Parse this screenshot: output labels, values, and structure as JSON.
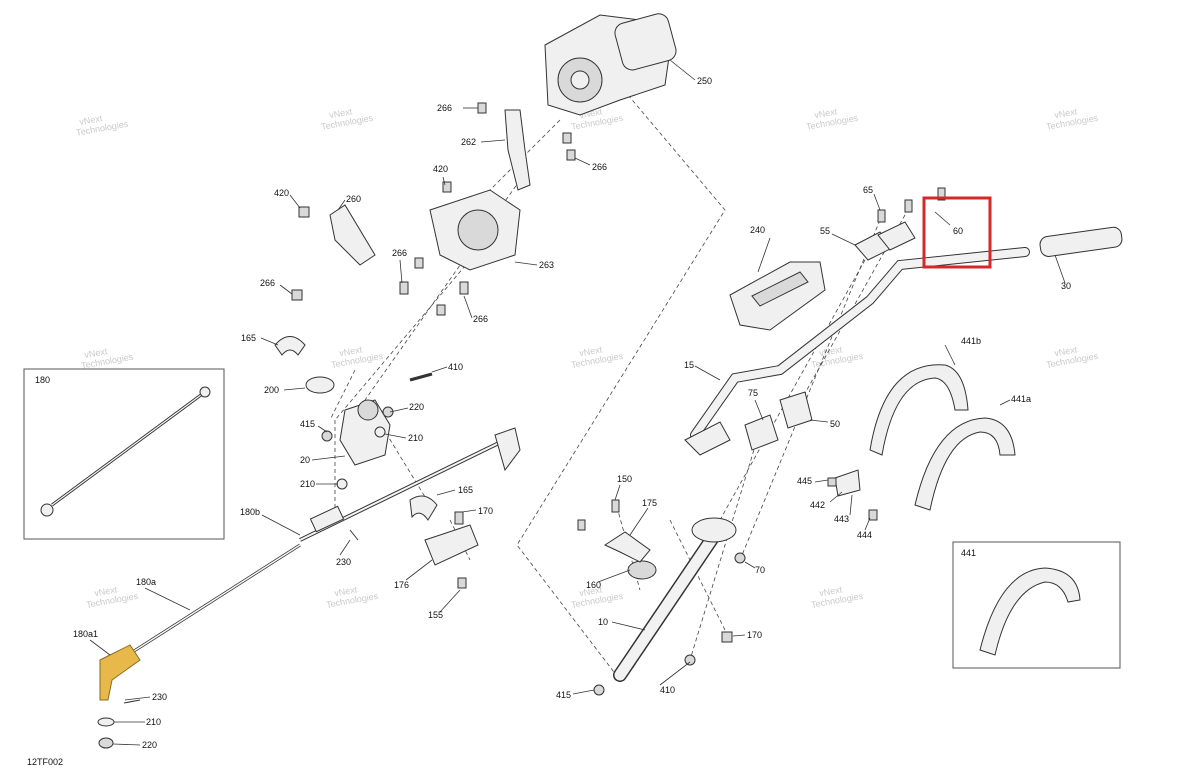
{
  "diagram": {
    "code": "12TF002",
    "watermark_line1": "vNext",
    "watermark_line2": "Technologies",
    "parts": {
      "p250": "250",
      "p266a": "266",
      "p262": "262",
      "p266b": "266",
      "p420a": "420",
      "p420b": "420",
      "p260": "260",
      "p266c": "266",
      "p266d": "266",
      "p263": "263",
      "p266e": "266",
      "p165a": "165",
      "p200": "200",
      "p410a": "410",
      "p415a": "415",
      "p220a": "220",
      "p210a": "210",
      "p20": "20",
      "p210b": "210",
      "p165b": "165",
      "p180b": "180b",
      "p170a": "170",
      "p230a": "230",
      "p176": "176",
      "p155": "155",
      "p180a": "180a",
      "p180a1": "180a1",
      "p230b": "230",
      "p210c": "210",
      "p220b": "220",
      "p180": "180",
      "p240": "240",
      "p65": "65",
      "p55": "55",
      "p60": "60",
      "p30": "30",
      "p15": "15",
      "p75": "75",
      "p50": "50",
      "p441b": "441b",
      "p441a": "441a",
      "p445": "445",
      "p442": "442",
      "p443": "443",
      "p444": "444",
      "p150": "150",
      "p175": "175",
      "p160": "160",
      "p70": "70",
      "p10": "10",
      "p170b": "170",
      "p410b": "410",
      "p415b": "415",
      "p441": "441"
    },
    "highlight_color": "#d62828",
    "accent_color": "#e8b84a"
  }
}
